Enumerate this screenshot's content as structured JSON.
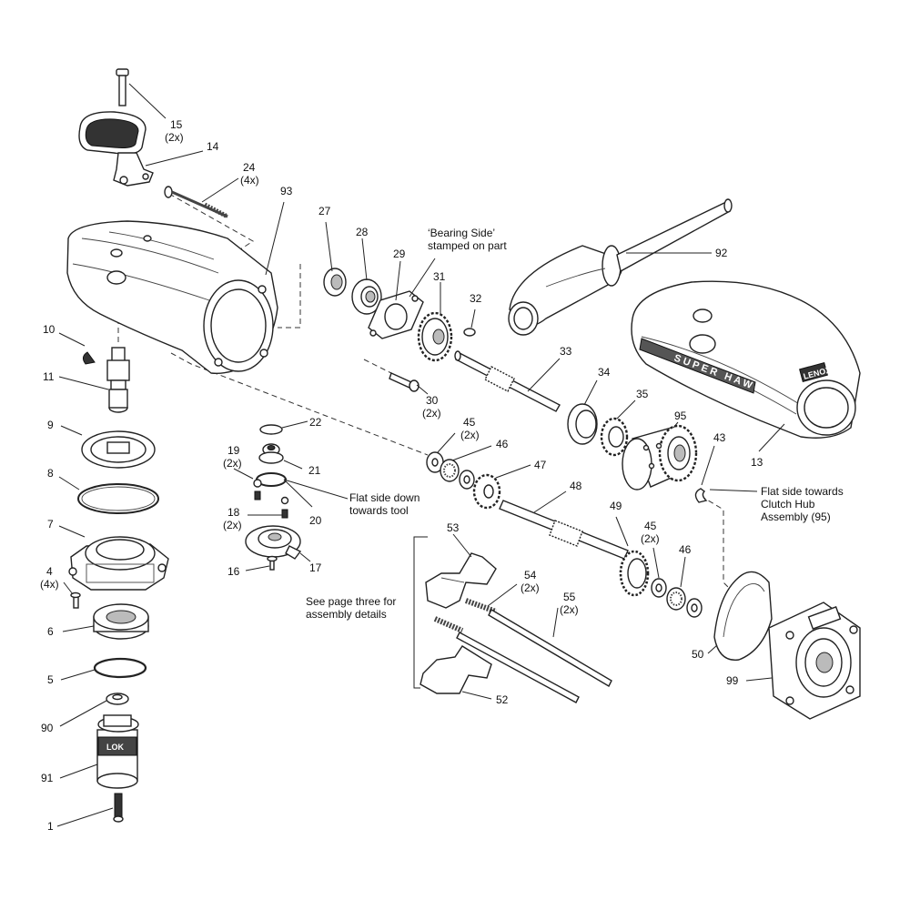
{
  "callouts": {
    "c15": "15",
    "c15q": "(2x)",
    "c14": "14",
    "c24": "24",
    "c24q": "(4x)",
    "c93": "93",
    "c27": "27",
    "c28": "28",
    "c29": "29",
    "c31": "31",
    "c32": "32",
    "c92": "92",
    "c10": "10",
    "c11": "11",
    "c33": "33",
    "c34": "34",
    "c35": "35",
    "c30": "30",
    "c30q": "(2x)",
    "c22": "22",
    "c45a": "45",
    "c45aq": "(2x)",
    "c46a": "46",
    "c95": "95",
    "c43": "43",
    "c9": "9",
    "c19": "19",
    "c19q": "(2x)",
    "c21": "21",
    "c47": "47",
    "c13": "13",
    "c8": "8",
    "c48": "48",
    "c20": "20",
    "c18": "18",
    "c18q": "(2x)",
    "c7": "7",
    "c53": "53",
    "c49": "49",
    "c45b": "45",
    "c45bq": "(2x)",
    "c46b": "46",
    "c17": "17",
    "c16": "16",
    "c4": "4",
    "c4q": "(4x)",
    "c54": "54",
    "c54q": "(2x)",
    "c55": "55",
    "c55q": "(2x)",
    "c50": "50",
    "c6": "6",
    "c99": "99",
    "c5": "5",
    "c52": "52",
    "c90": "90",
    "c91": "91",
    "c1": "1"
  },
  "notes": {
    "bearing_side_1": "‘Bearing Side’",
    "bearing_side_2": "stamped on part",
    "flat_side_down_1": "Flat side down",
    "flat_side_down_2": "towards tool",
    "flat_side_clutch_1": "Flat side towards",
    "flat_side_clutch_2": "Clutch Hub",
    "flat_side_clutch_3": "Assembly (95)",
    "see_page_1": "See page three for",
    "see_page_2": "assembly details"
  },
  "part_markings": {
    "gearbox_brand": "SUPER HAWG",
    "motor_badge": "LENOX",
    "adapter_label": "LOK"
  },
  "colors": {
    "line": "#222222",
    "background": "#ffffff"
  }
}
